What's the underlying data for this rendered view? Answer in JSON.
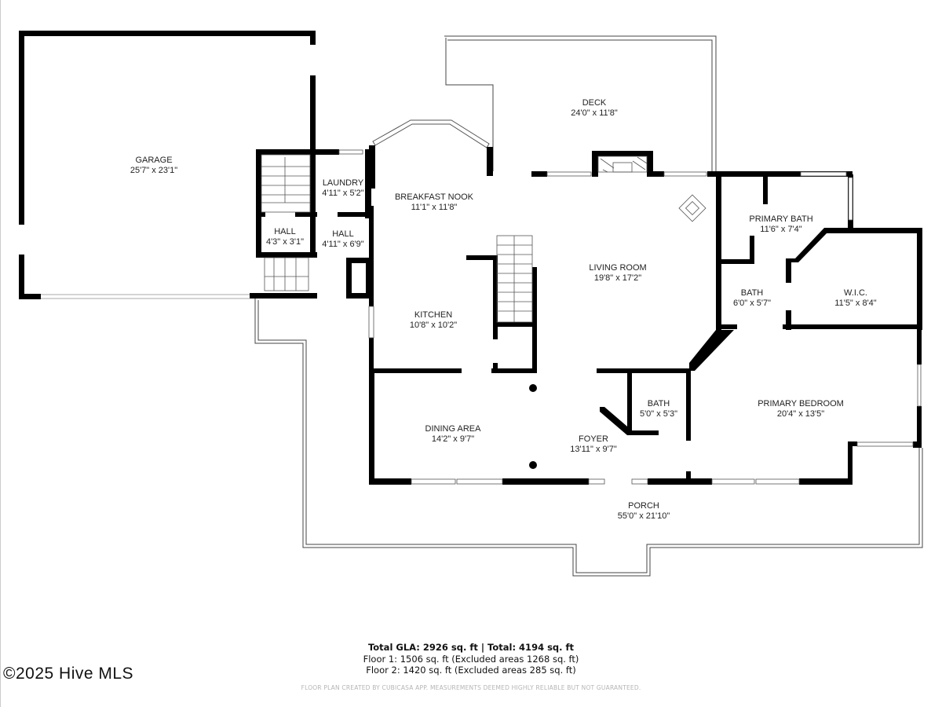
{
  "rooms": {
    "garage": {
      "name": "GARAGE",
      "dims": "25'7\" x 23'1\""
    },
    "laundry": {
      "name": "LAUNDRY",
      "dims": "4'11\" x 5'2\""
    },
    "hall_small": {
      "name": "HALL",
      "dims": "4'3\" x 3'1\""
    },
    "hall": {
      "name": "HALL",
      "dims": "4'11\" x 6'9\""
    },
    "breakfast_nook": {
      "name": "BREAKFAST NOOK",
      "dims": "11'1\" x 11'8\""
    },
    "deck": {
      "name": "DECK",
      "dims": "24'0\" x 11'8\""
    },
    "living_room": {
      "name": "LIVING ROOM",
      "dims": "19'8\" x 17'2\""
    },
    "kitchen": {
      "name": "KITCHEN",
      "dims": "10'8\" x 10'2\""
    },
    "primary_bath": {
      "name": "PRIMARY BATH",
      "dims": "11'6\" x 7'4\""
    },
    "bath_upper": {
      "name": "BATH",
      "dims": "6'0\" x 5'7\""
    },
    "wic": {
      "name": "W.I.C.",
      "dims": "11'5\" x 8'4\""
    },
    "dining_area": {
      "name": "DINING AREA",
      "dims": "14'2\" x 9'7\""
    },
    "foyer": {
      "name": "FOYER",
      "dims": "13'11\" x 9'7\""
    },
    "bath_lower": {
      "name": "BATH",
      "dims": "5'0\" x 5'3\""
    },
    "primary_bedroom": {
      "name": "PRIMARY BEDROOM",
      "dims": "20'4\" x 13'5\""
    },
    "porch": {
      "name": "PORCH",
      "dims": "55'0\" x 21'10\""
    }
  },
  "summary": {
    "total": "Total GLA: 2926 sq. ft | Total: 4194 sq. ft",
    "floor1": "Floor 1: 1506 sq. ft (Excluded areas 1268 sq. ft)",
    "floor2": "Floor 2: 1420 sq. ft (Excluded areas 285 sq. ft)",
    "disclaimer": "FLOOR PLAN CREATED BY CUBICASA APP. MEASUREMENTS DEEMED HIGHLY RELIABLE BUT NOT GUARANTEED."
  },
  "watermark": "©2025 Hive MLS",
  "colors": {
    "wall": "#000000",
    "outline": "#555555",
    "window": "#ffffff",
    "label": "#222222",
    "disclaimer": "#b5b5b5"
  }
}
